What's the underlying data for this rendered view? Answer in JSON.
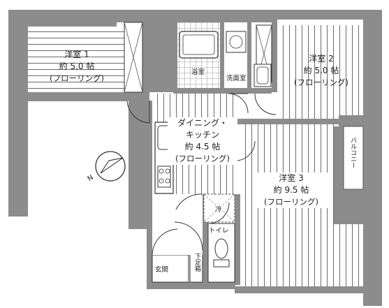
{
  "rooms": {
    "western1": {
      "name": "洋室 1",
      "size": "約 5.0 帖",
      "floor": "(フローリング)"
    },
    "western2": {
      "name": "洋室 2",
      "size": "約 5.0 帖",
      "floor": "(フローリング)"
    },
    "western3": {
      "name": "洋室 3",
      "size": "約 9.5 帖",
      "floor": "(フローリング)"
    },
    "dk": {
      "name1": "ダイニング・",
      "name2": "キッチン",
      "size": "約 4.5 帖",
      "floor": "(フローリング)"
    }
  },
  "labels": {
    "bath": "浴室",
    "washroom": "洗面室",
    "toilet": "トイレ",
    "entrance": "玄関",
    "shoe": "下足箱",
    "balcony": "バルコニー",
    "fridge": "冷",
    "north": "N"
  },
  "colors": {
    "wall": "#8c8c8c",
    "line": "#333333",
    "floor_line": "#555555"
  }
}
